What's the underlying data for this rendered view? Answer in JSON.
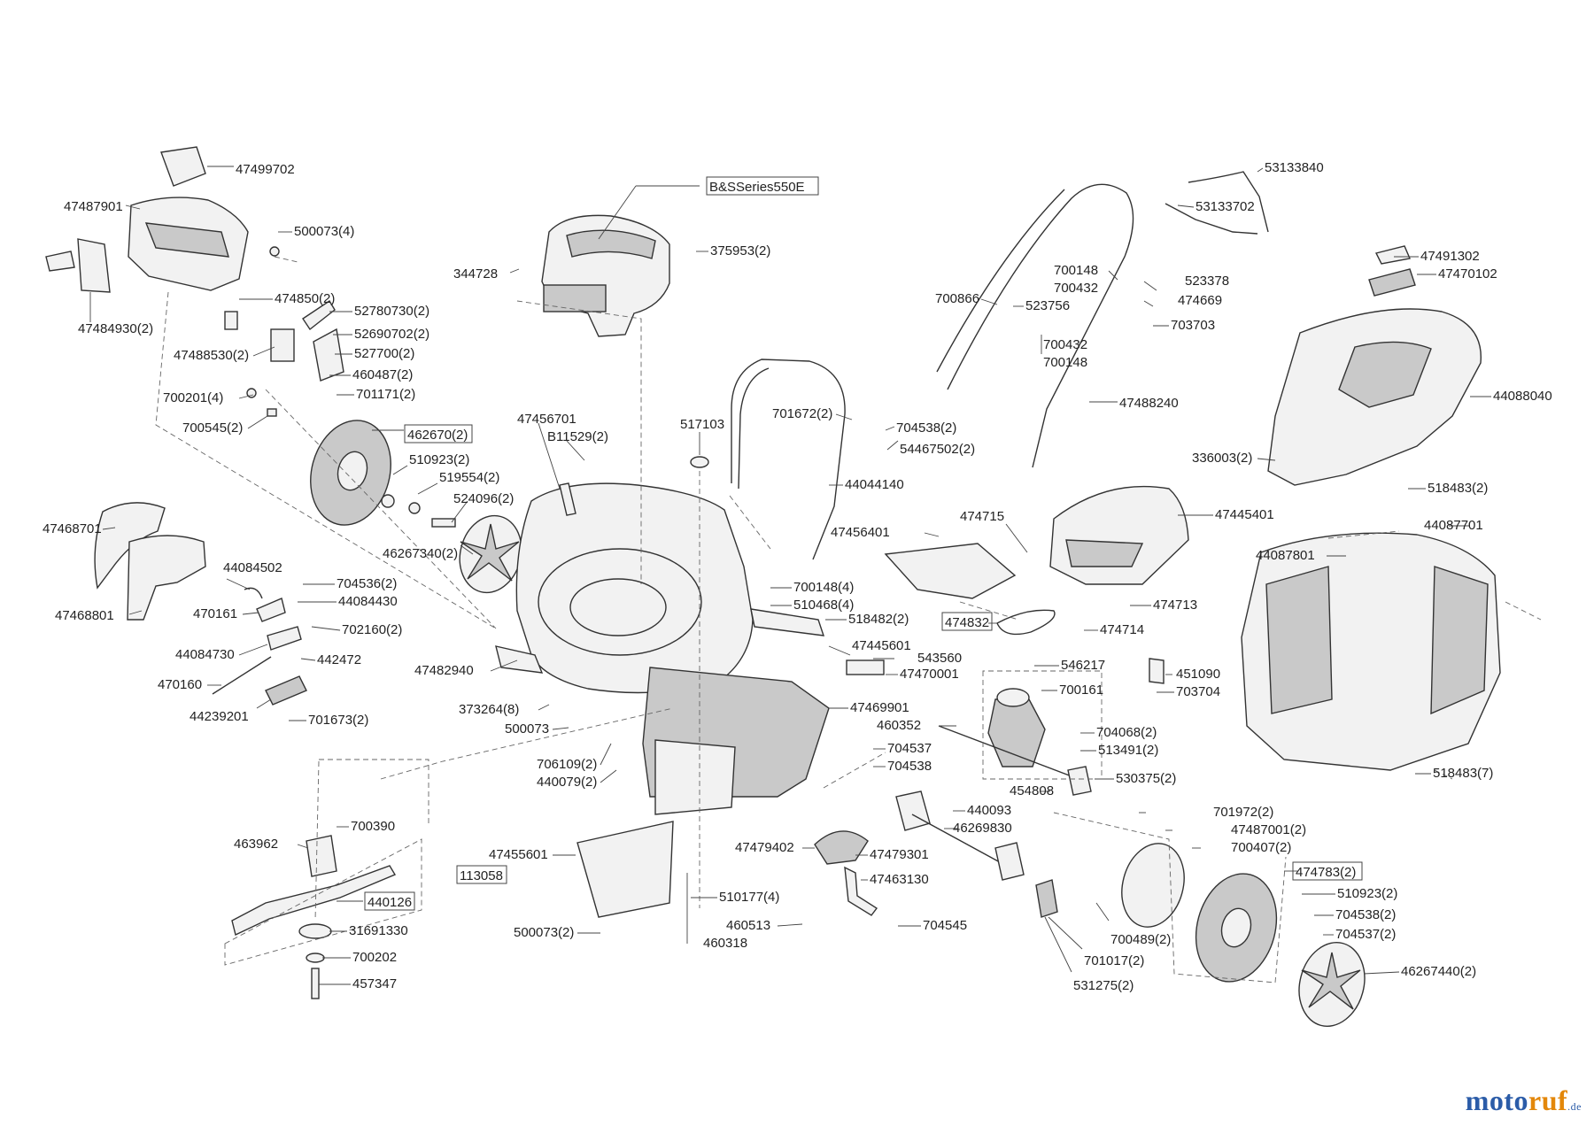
{
  "labels": {
    "p47499702": "47499702",
    "p47487901": "47487901",
    "p500073_4": "500073(4)",
    "p474850_2": "474850(2)",
    "p47484930_2": "47484930(2)",
    "p52780730_2": "52780730(2)",
    "p52690702_2": "52690702(2)",
    "p47488530_2": "47488530(2)",
    "p527700_2": "527700(2)",
    "p460487_2": "460487(2)",
    "p700201_4": "700201(4)",
    "p701171_2": "701171(2)",
    "p700545_2": "700545(2)",
    "p462670_2": "462670(2)",
    "p510923_2a": "510923(2)",
    "p519554_2": "519554(2)",
    "p524096_2": "524096(2)",
    "p46267340_2": "46267340(2)",
    "p47468701": "47468701",
    "p47468801": "47468801",
    "p44084502": "44084502",
    "p704536_2": "704536(2)",
    "p44084430": "44084430",
    "p470161": "470161",
    "p702160_2": "702160(2)",
    "p44084730": "44084730",
    "p442472": "442472",
    "p470160": "470160",
    "p44239201": "44239201",
    "p701673_2": "701673(2)",
    "pBS": "B&SSeries550E",
    "p375953_2": "375953(2)",
    "p344728": "344728",
    "p47456701": "47456701",
    "pB11529_2": "B11529(2)",
    "p517103": "517103",
    "p47482940": "47482940",
    "p373264_8": "373264(8)",
    "p500073a": "500073",
    "p706109_2": "706109(2)",
    "p440079_2": "440079(2)",
    "p701672_2": "701672(2)",
    "p704538_2a": "704538(2)",
    "p54467502_2": "54467502(2)",
    "p44044140": "44044140",
    "p700148_4": "700148(4)",
    "p510468_4": "510468(4)",
    "p518482_2": "518482(2)",
    "p47445601": "47445601",
    "p543560": "543560",
    "p47470001": "47470001",
    "p47469901": "47469901",
    "p53133840": "53133840",
    "p53133702": "53133702",
    "p700148a": "700148",
    "p523378": "523378",
    "p700432a": "700432",
    "p700866": "700866",
    "p523756": "523756",
    "p474669": "474669",
    "p703703": "703703",
    "p700432b": "700432",
    "p700148b": "700148",
    "p47488240": "47488240",
    "p47491302": "47491302",
    "p47470102": "47470102",
    "p44088040": "44088040",
    "p336003_2": "336003(2)",
    "p518483_2": "518483(2)",
    "p474715": "474715",
    "p47445401": "47445401",
    "p47456401": "47456401",
    "p474713": "474713",
    "p474832": "474832",
    "p474714": "474714",
    "p44087701": "44087701",
    "p44087801": "44087801",
    "p546217": "546217",
    "p451090": "451090",
    "p700161": "700161",
    "p703704": "703704",
    "p460352": "460352",
    "p704068_2": "704068(2)",
    "p513491_2": "513491(2)",
    "p704537a": "704537",
    "p704538a": "704538",
    "p454808": "454808",
    "p530375_2": "530375(2)",
    "p518483_7": "518483(7)",
    "p440093": "440093",
    "p46269830": "46269830",
    "p700390": "700390",
    "p463962": "463962",
    "p113058": "113058",
    "p440126": "440126",
    "p31691330": "31691330",
    "p700202": "700202",
    "p457347": "457347",
    "p47455601": "47455601",
    "p500073_2": "500073(2)",
    "p510177_4": "510177(4)",
    "p460318": "460318",
    "p47479402": "47479402",
    "p47479301": "47479301",
    "p47463130": "47463130",
    "p460513": "460513",
    "p704545": "704545",
    "p701972_2": "701972(2)",
    "p47487001_2": "47487001(2)",
    "p700407_2": "700407(2)",
    "p474783_2": "474783(2)",
    "p510923_2b": "510923(2)",
    "p704538_2b": "704538(2)",
    "p704537_2": "704537(2)",
    "p46267440_2": "46267440(2)",
    "p700489_2": "700489(2)",
    "p701017_2": "701017(2)",
    "p531275_2": "531275(2)"
  },
  "brand": {
    "text_main": "moto",
    "text_accent": "ruf",
    "suffix": ".de"
  }
}
